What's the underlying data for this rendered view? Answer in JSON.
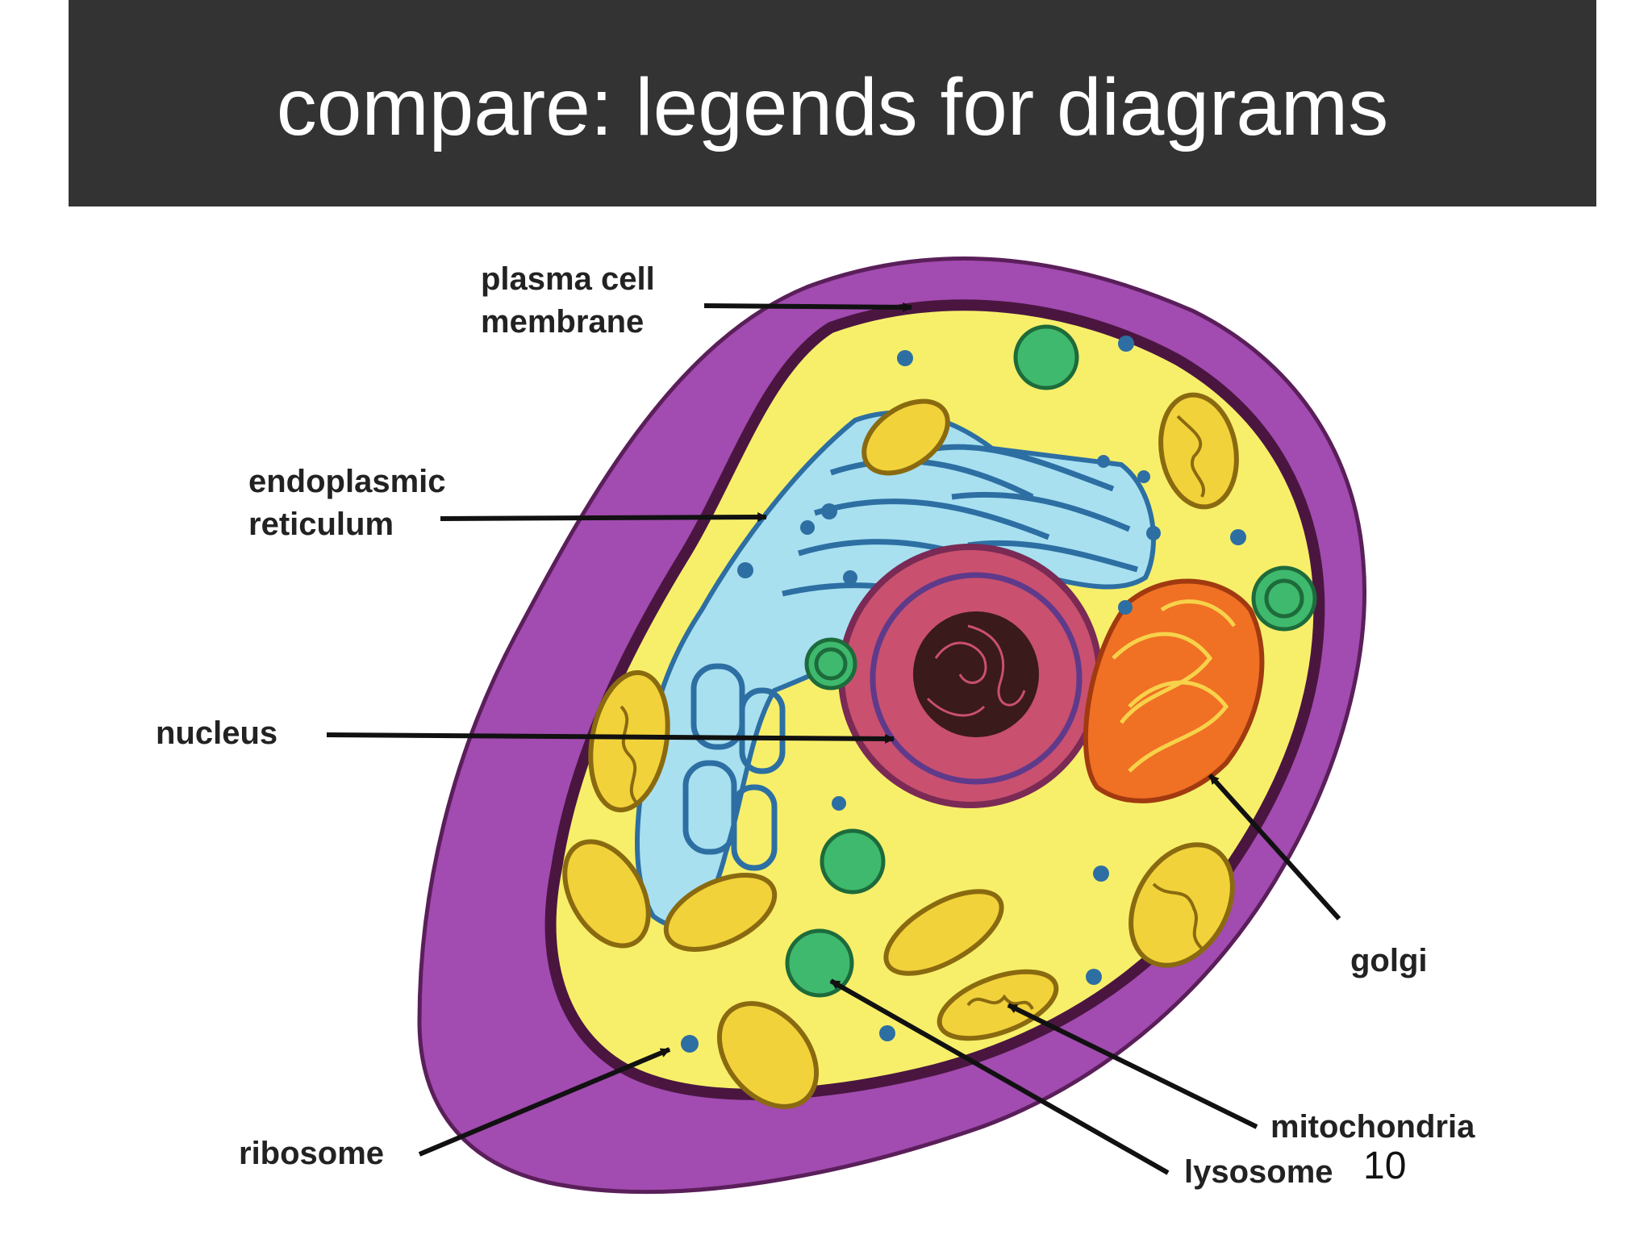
{
  "slide": {
    "title": "compare: legends for diagrams",
    "page_number": "10"
  },
  "diagram": {
    "labels": {
      "plasma_membrane": "plasma cell\nmembrane",
      "endoplasmic_reticulum": "endoplasmic\nreticulum",
      "nucleus": "nucleus",
      "golgi": "golgi",
      "mitochondria": "mitochondria",
      "lysosome": "lysosome",
      "ribosome": "ribosome"
    },
    "colors": {
      "header_bg": "#333333",
      "cell_wall": "#a24bb0",
      "membrane": "#4a1640",
      "cytoplasm": "#f7ef6a",
      "er": "#a8e0f0",
      "nucleus": "#c9506f",
      "golgi": "#f07024",
      "lysosome": "#3fb96d",
      "mitochondria": "#f2d23a",
      "ribosome": "#2d6fa3"
    }
  }
}
